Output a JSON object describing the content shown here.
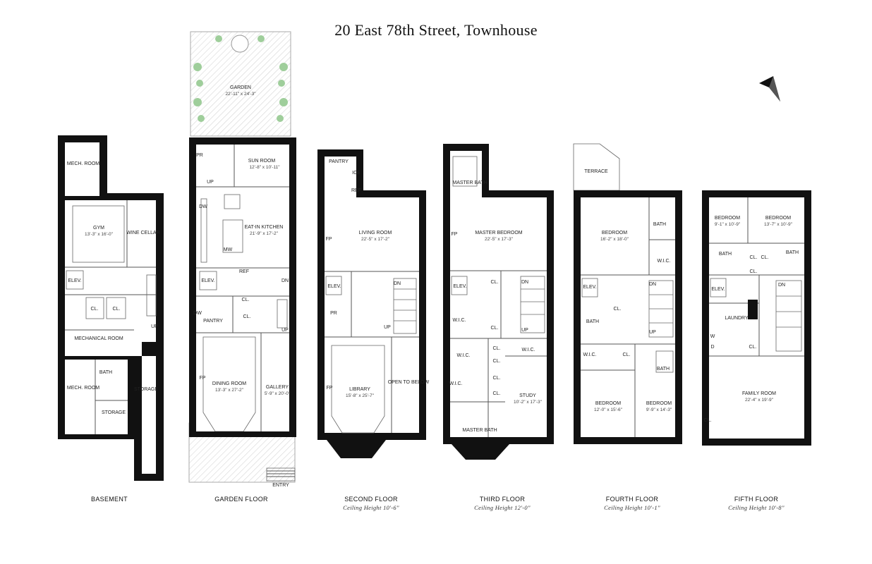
{
  "title": "20 East 78th Street, Townhouse",
  "icons": {
    "north_arrow": "north-arrow-icon"
  },
  "colors": {
    "walls": "#111111",
    "garden_green": "#9fce9b",
    "hatch": "#cccccc"
  },
  "floors": [
    {
      "id": "basement",
      "name": "BASEMENT",
      "ceiling": "",
      "rooms": [
        {
          "label": "MECH. ROOM",
          "dim": ""
        },
        {
          "label": "GYM",
          "dim": "13'-3\" x 16'-0\""
        },
        {
          "label": "WINE CELLAR",
          "dim": ""
        },
        {
          "label": "ELEV.",
          "dim": ""
        },
        {
          "label": "CL.",
          "dim": ""
        },
        {
          "label": "CL.",
          "dim": ""
        },
        {
          "label": "UP",
          "dim": ""
        },
        {
          "label": "MECHANICAL ROOM",
          "dim": ""
        },
        {
          "label": "BATH",
          "dim": ""
        },
        {
          "label": "MECH. ROOM",
          "dim": ""
        },
        {
          "label": "STORAGE",
          "dim": ""
        },
        {
          "label": "STORAGE",
          "dim": ""
        }
      ]
    },
    {
      "id": "garden",
      "name": "GARDEN FLOOR",
      "ceiling": "",
      "rooms": [
        {
          "label": "GARDEN",
          "dim": "22'-11\" x 24'-3\""
        },
        {
          "label": "SUN ROOM",
          "dim": "12'-8\" x 10'-11\""
        },
        {
          "label": "PR",
          "dim": ""
        },
        {
          "label": "UP",
          "dim": ""
        },
        {
          "label": "DW",
          "dim": ""
        },
        {
          "label": "EAT-IN KITCHEN",
          "dim": "21'-9\" x 17'-2\""
        },
        {
          "label": "MW",
          "dim": ""
        },
        {
          "label": "REF",
          "dim": ""
        },
        {
          "label": "ELEV.",
          "dim": ""
        },
        {
          "label": "DN",
          "dim": ""
        },
        {
          "label": "CL.",
          "dim": ""
        },
        {
          "label": "DW",
          "dim": ""
        },
        {
          "label": "PANTRY",
          "dim": ""
        },
        {
          "label": "CL.",
          "dim": ""
        },
        {
          "label": "UP",
          "dim": ""
        },
        {
          "label": "FP",
          "dim": ""
        },
        {
          "label": "DINING ROOM",
          "dim": "13'-3\" x 27'-2\""
        },
        {
          "label": "GALLERY",
          "dim": "5'-9\" x 20'-0\""
        },
        {
          "label": "ENTRY",
          "dim": ""
        }
      ]
    },
    {
      "id": "second",
      "name": "SECOND FLOOR",
      "ceiling": "Ceiling Height 10'-6\"",
      "rooms": [
        {
          "label": "PANTRY",
          "dim": ""
        },
        {
          "label": "ICE",
          "dim": ""
        },
        {
          "label": "REF",
          "dim": ""
        },
        {
          "label": "LIVING ROOM",
          "dim": "22'-5\" x 17'-2\""
        },
        {
          "label": "FP",
          "dim": ""
        },
        {
          "label": "ELEV.",
          "dim": ""
        },
        {
          "label": "DN",
          "dim": ""
        },
        {
          "label": "PR",
          "dim": ""
        },
        {
          "label": "UP",
          "dim": ""
        },
        {
          "label": "FP",
          "dim": ""
        },
        {
          "label": "LIBRARY",
          "dim": "15'-8\" x 25'-7\""
        },
        {
          "label": "OPEN TO BELOW",
          "dim": ""
        }
      ]
    },
    {
      "id": "third",
      "name": "THIRD FLOOR",
      "ceiling": "Ceiling Height 12'-0\"",
      "rooms": [
        {
          "label": "MASTER BATH",
          "dim": ""
        },
        {
          "label": "MASTER BEDROOM",
          "dim": "22'-5\" x 17'-3\""
        },
        {
          "label": "FP",
          "dim": ""
        },
        {
          "label": "ELEV.",
          "dim": ""
        },
        {
          "label": "CL.",
          "dim": ""
        },
        {
          "label": "DN",
          "dim": ""
        },
        {
          "label": "W.I.C.",
          "dim": ""
        },
        {
          "label": "CL.",
          "dim": ""
        },
        {
          "label": "UP",
          "dim": ""
        },
        {
          "label": "CL.",
          "dim": ""
        },
        {
          "label": "W.I.C.",
          "dim": ""
        },
        {
          "label": "W.I.C.",
          "dim": ""
        },
        {
          "label": "CL.",
          "dim": ""
        },
        {
          "label": "W.I.C.",
          "dim": ""
        },
        {
          "label": "CL.",
          "dim": ""
        },
        {
          "label": "STUDY",
          "dim": "10'-2\" x 17'-3\""
        },
        {
          "label": "CL.",
          "dim": ""
        },
        {
          "label": "MASTER BATH",
          "dim": ""
        }
      ]
    },
    {
      "id": "fourth",
      "name": "FOURTH FLOOR",
      "ceiling": "Ceiling Height 10'-1\"",
      "rooms": [
        {
          "label": "TERRACE",
          "dim": ""
        },
        {
          "label": "BEDROOM",
          "dim": "16'-2\" x 18'-0\""
        },
        {
          "label": "BATH",
          "dim": ""
        },
        {
          "label": "W.I.C.",
          "dim": ""
        },
        {
          "label": "ELEV.",
          "dim": ""
        },
        {
          "label": "DN",
          "dim": ""
        },
        {
          "label": "CL.",
          "dim": ""
        },
        {
          "label": "BATH",
          "dim": ""
        },
        {
          "label": "UP",
          "dim": ""
        },
        {
          "label": "W.I.C.",
          "dim": ""
        },
        {
          "label": "CL.",
          "dim": ""
        },
        {
          "label": "BATH",
          "dim": ""
        },
        {
          "label": "BEDROOM",
          "dim": "12'-0\" x 15'-6\""
        },
        {
          "label": "BEDROOM",
          "dim": "9'-9\" x 14'-3\""
        }
      ]
    },
    {
      "id": "fifth",
      "name": "FIFTH FLOOR",
      "ceiling": "Ceiling Height 10'-8\"",
      "rooms": [
        {
          "label": "BEDROOM",
          "dim": "9'-1\" x 10'-9\""
        },
        {
          "label": "BEDROOM",
          "dim": "13'-7\" x 10'-9\""
        },
        {
          "label": "BATH",
          "dim": ""
        },
        {
          "label": "CL.",
          "dim": ""
        },
        {
          "label": "CL.",
          "dim": ""
        },
        {
          "label": "BATH",
          "dim": ""
        },
        {
          "label": "CL.",
          "dim": ""
        },
        {
          "label": "ELEV.",
          "dim": ""
        },
        {
          "label": "DN",
          "dim": ""
        },
        {
          "label": "LAUNDRY",
          "dim": ""
        },
        {
          "label": "W",
          "dim": ""
        },
        {
          "label": "D",
          "dim": ""
        },
        {
          "label": "CL.",
          "dim": ""
        },
        {
          "label": "FAMILY ROOM",
          "dim": "22'-4\" x 19'-9\""
        },
        {
          "label": "CL.",
          "dim": ""
        }
      ]
    }
  ]
}
